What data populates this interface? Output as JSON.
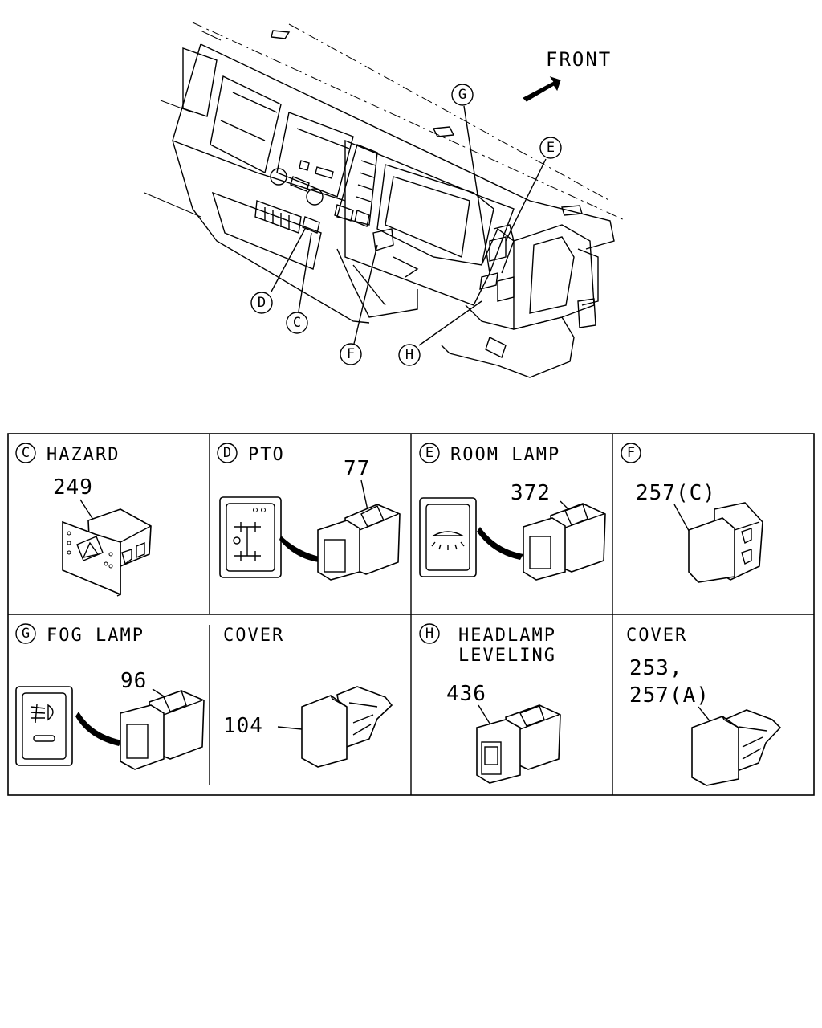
{
  "overview": {
    "front_label": "FRONT",
    "callouts": [
      "C",
      "D",
      "E",
      "F",
      "G",
      "H"
    ]
  },
  "panels": [
    {
      "letter": "C",
      "title": "HAZARD",
      "part": "249",
      "subject": "hazard-switch"
    },
    {
      "letter": "D",
      "title": "PTO",
      "part": "77",
      "subject": "pto-switch"
    },
    {
      "letter": "E",
      "title": "ROOM LAMP",
      "part": "372",
      "subject": "room-lamp-switch"
    },
    {
      "letter": "F",
      "title": "",
      "part": "257(C)",
      "subject": "blank-cover"
    },
    {
      "letter": "G",
      "title": "FOG LAMP",
      "part": "96",
      "subject": "fog-lamp-switch"
    },
    {
      "letter": "",
      "title": "COVER",
      "part": "104",
      "subject": "cover"
    },
    {
      "letter": "H",
      "title_line1": "HEADLAMP",
      "title_line2": "LEVELING",
      "part": "436",
      "subject": "headlamp-leveling-switch"
    },
    {
      "letter": "",
      "title": "COVER",
      "part_line1": "253,",
      "part_line2": "257(A)",
      "subject": "cover"
    }
  ]
}
